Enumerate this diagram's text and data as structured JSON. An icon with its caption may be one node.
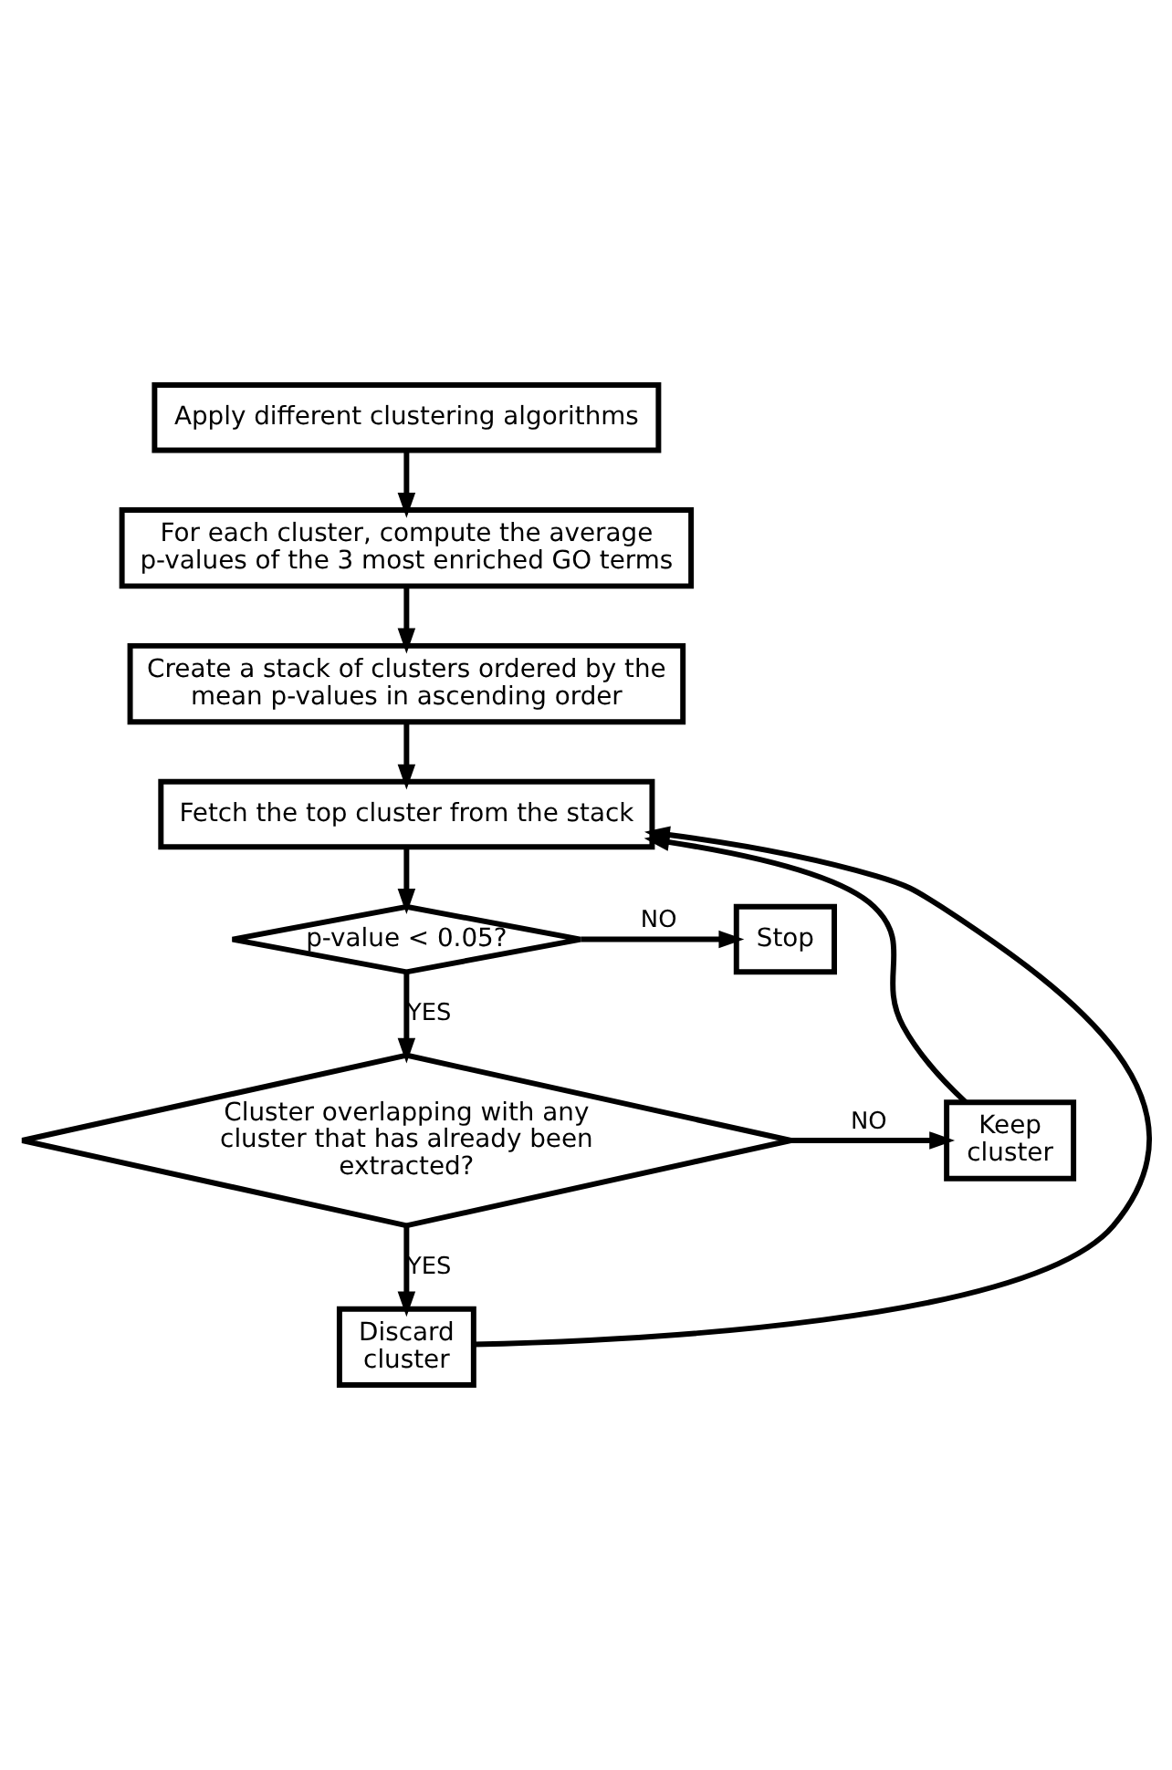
{
  "diagram": {
    "nodes": [
      {
        "text": [
          "Apply different clustering algorithms"
        ]
      },
      {
        "text": [
          "For each cluster, compute the average p-values of the 3 most enriched GO terms"
        ]
      },
      {
        "text": [
          "Create a stack of clusters ordered by the mean p-values in ascending order"
        ]
      },
      {
        "text": [
          "Fetch the top cluster from the stack"
        ]
      },
      {
        "text": [
          "p-value < 0.05?"
        ]
      },
      {
        "text": [
          "Stop"
        ]
      },
      {
        "text": [
          "Cluster overlapping with any cluster that has already been extracted?"
        ]
      },
      {
        "text": [
          "Keep cluster"
        ]
      },
      {
        "text": [
          "Discard cluster"
        ]
      }
    ],
    "edges": [
      {
        "from": 0,
        "to": 1,
        "arrow": "to"
      },
      {
        "from": 1,
        "to": 2,
        "arrow": "to"
      },
      {
        "from": 2,
        "to": 3,
        "arrow": "to"
      },
      {
        "from": 3,
        "to": 4,
        "arrow": "to"
      },
      {
        "from": 4,
        "to": 5,
        "arrow": "to",
        "label": "NO"
      },
      {
        "from": 4,
        "to": 6,
        "arrow": "to",
        "label": "YES"
      },
      {
        "from": 6,
        "to": 7,
        "arrow": "to",
        "label": "NO"
      },
      {
        "from": 6,
        "to": 8,
        "arrow": "to",
        "label": "YES"
      },
      {
        "from": 7,
        "to": 3,
        "arrow": "to"
      },
      {
        "from": 8,
        "to": 3,
        "arrow": "to"
      }
    ]
  }
}
